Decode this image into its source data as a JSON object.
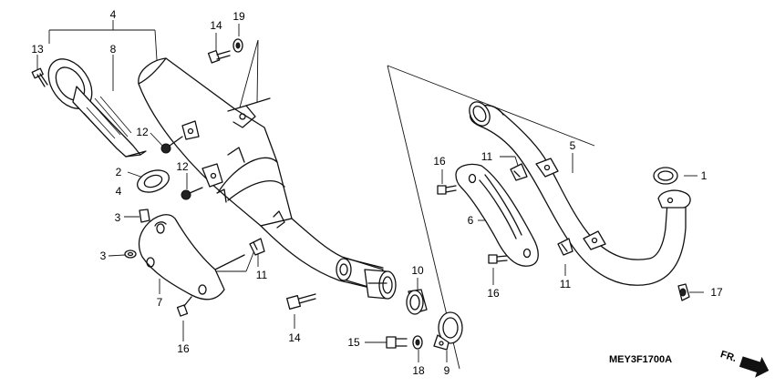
{
  "diagram": {
    "drawing_code": "MEY3F1700A",
    "front_indicator": "FR.",
    "callouts": {
      "c1": "1",
      "c2": "2",
      "c3a": "3",
      "c3b": "3",
      "c4a": "4",
      "c4b": "4",
      "c5": "5",
      "c6": "6",
      "c7": "7",
      "c8": "8",
      "c9": "9",
      "c10": "10",
      "c11a": "11",
      "c11b": "11",
      "c11c": "11",
      "c12a": "12",
      "c12b": "12",
      "c13": "13",
      "c14a": "14",
      "c14b": "14",
      "c15": "15",
      "c16a": "16",
      "c16b": "16",
      "c16c": "16",
      "c17": "17",
      "c18": "18",
      "c19": "19"
    }
  }
}
